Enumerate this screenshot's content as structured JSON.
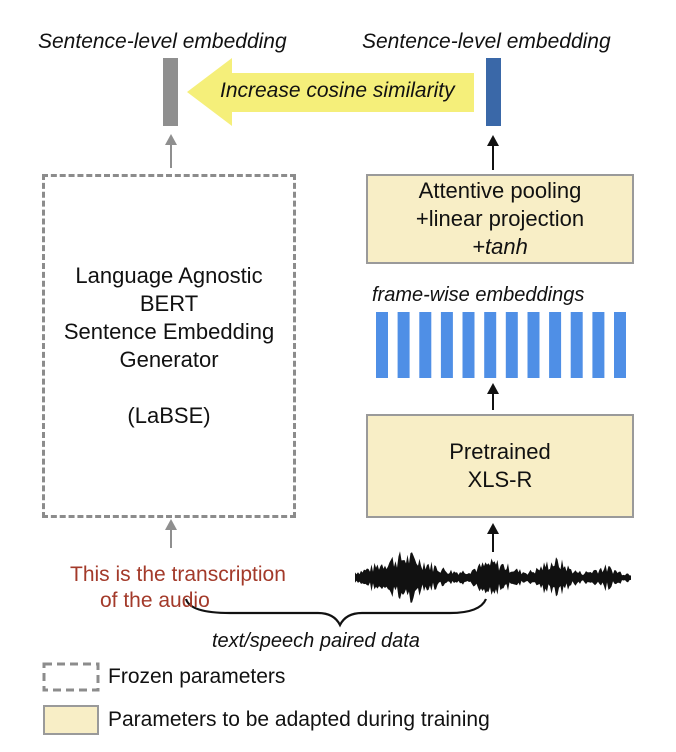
{
  "left_title": "Sentence-level embedding",
  "right_title": "Sentence-level embedding",
  "arrow_label": "Increase cosine similarity",
  "labse_box": {
    "lines": [
      "Language Agnostic",
      "BERT",
      "Sentence Embedding",
      "Generator"
    ],
    "abbrev": "(LaBSE)"
  },
  "pooling_box": {
    "line1": "Attentive pooling",
    "line2": "+linear projection",
    "line3": "+tanh"
  },
  "frame_label": "frame-wise embeddings",
  "xlsr_box": {
    "line1": "Pretrained",
    "line2": "XLS-R"
  },
  "transcription": [
    "This is the transcription",
    "of the audio"
  ],
  "paired_label": "text/speech paired data",
  "legend": {
    "frozen": "Frozen parameters",
    "adapted": "Parameters to be adapted during training"
  },
  "colors": {
    "gray_bar": "#8f8f8f",
    "blue_bar": "#3a68a8",
    "frame_bar": "#4f8fe6",
    "arrow_fill": "#f5ef7a",
    "box_fill": "#f8eec6",
    "transcription_text": "#a33a2a"
  }
}
